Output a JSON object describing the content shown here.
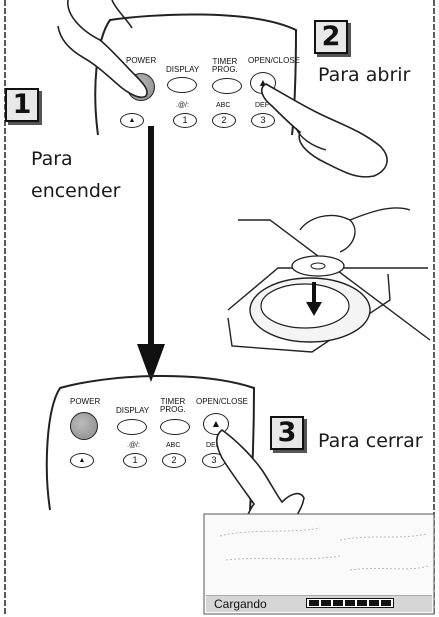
{
  "steps": [
    {
      "number": "1",
      "caption_line1": "Para",
      "caption_line2": "encender"
    },
    {
      "number": "2",
      "caption": "Para abrir"
    },
    {
      "number": "3",
      "caption": "Para cerrar"
    }
  ],
  "remote_top": {
    "power_label": "POWER",
    "display_label": "DISPLAY",
    "timer_label_1": "TIMER",
    "timer_label_2": "PROG.",
    "openclose_label": "OPEN/CLOSE",
    "key1_top": ".@/:",
    "key1": "1",
    "key2_top": "ABC",
    "key2": "2",
    "key3_top": "DEF",
    "key3": "3",
    "ch_up": "▲",
    "eject": "▲"
  },
  "remote_bottom": {
    "power_label": "POWER",
    "display_label": "DISPLAY",
    "timer_label_1": "TIMER",
    "timer_label_2": "PROG.",
    "openclose_label": "OPEN/CLOSE",
    "key1_top": ".@/:",
    "key1": "1",
    "key2_top": "ABC",
    "key2": "2",
    "key3_top": "DEF",
    "key3": "3",
    "ch_up": "▲",
    "eject": "▲"
  },
  "screen": {
    "status_text": "Cargando",
    "progress_fraction": 1.0,
    "progress_segments": 7
  },
  "colors": {
    "ink": "#111111",
    "badge_fill": "#e8e8e8",
    "screen_fill": "#d6d6d6"
  }
}
